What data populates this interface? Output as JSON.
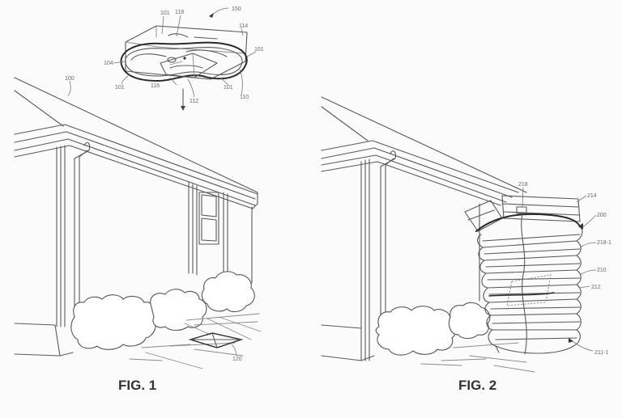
{
  "figures": [
    {
      "caption": "FIG. 1",
      "subject": "house with overhead drone carrying package",
      "labels": {
        "drone_assembly": "150",
        "propeller_guard_top": "101",
        "frame_118": "118",
        "housing_114": "114",
        "arm_104": "104",
        "propeller_left": "101",
        "propeller_right": "101",
        "propeller_front": "101",
        "frame_116": "116",
        "package_112": "112",
        "body_110": "110",
        "house_roof": "100",
        "landing_marker": "120"
      }
    },
    {
      "caption": "FIG. 2",
      "subject": "house with deployed collapsible drop chute",
      "labels": {
        "attachment_218": "218",
        "top_ring_214": "214",
        "chute_assembly": "200",
        "ring_218_1": "218-1",
        "chute_body_210": "210",
        "package_212": "212",
        "bottom_ring_211_1": "211-1"
      }
    }
  ],
  "colors": {
    "background": "#fbfbfb",
    "line": "#5a5a5a",
    "heavy_line": "#2a2a2a",
    "label_text": "#6a6a6a"
  }
}
